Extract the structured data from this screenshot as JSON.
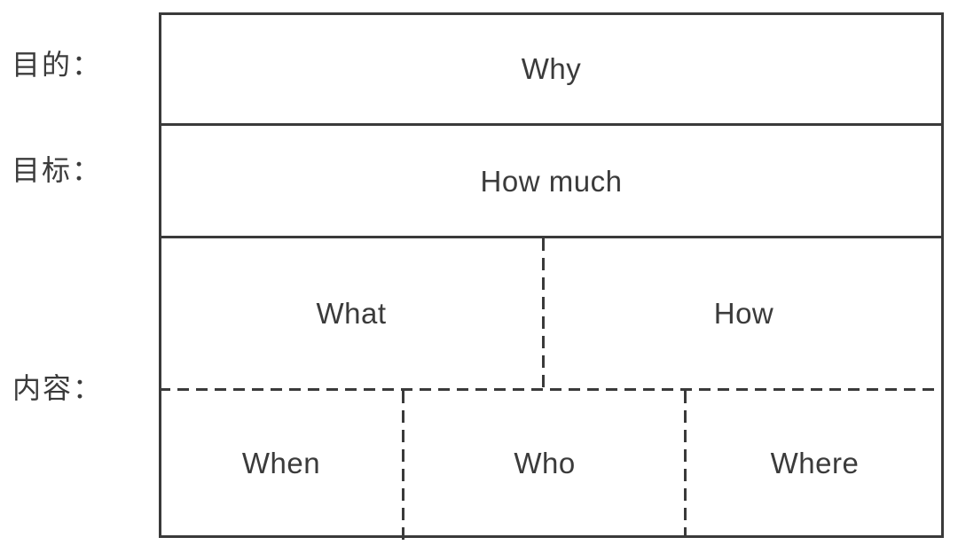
{
  "diagram": {
    "type": "5w2h-planning-diagram",
    "colors": {
      "background": "#ffffff",
      "line": "#3a3a3a",
      "text": "#3b3b3b"
    },
    "row_labels": {
      "purpose": "目的：",
      "goal": "目标：",
      "content": "内容："
    },
    "cells": {
      "why": "Why",
      "how_much": "How much",
      "what": "What",
      "how": "How",
      "when": "When",
      "who": "Who",
      "where": "Where"
    }
  }
}
